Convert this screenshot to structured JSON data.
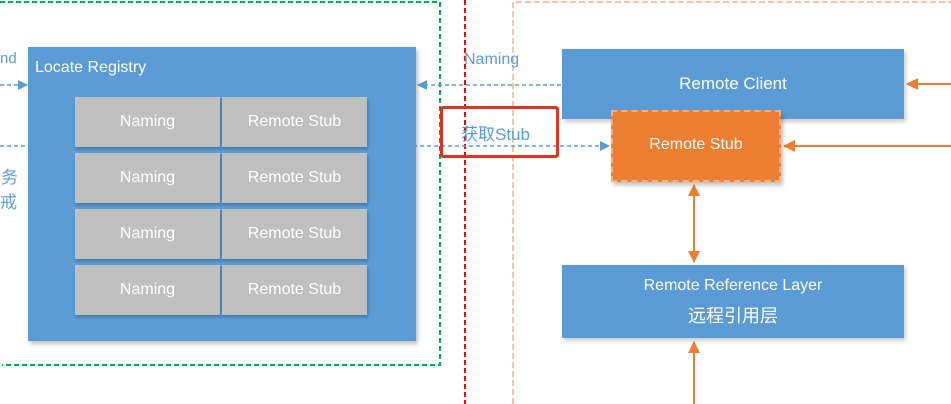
{
  "registry": {
    "title": "Locate Registry",
    "rows": [
      {
        "naming": "Naming",
        "stub": "Remote Stub"
      },
      {
        "naming": "Naming",
        "stub": "Remote Stub"
      },
      {
        "naming": "Naming",
        "stub": "Remote Stub"
      },
      {
        "naming": "Naming",
        "stub": "Remote Stub"
      }
    ]
  },
  "left_edge": {
    "bind_fragment": "nd",
    "cn_fragment_1": "务",
    "cn_fragment_2": "戒"
  },
  "connectors": {
    "naming_label": "Naming",
    "get_stub_label": "获取Stub"
  },
  "client": {
    "remote_client": "Remote Client",
    "remote_stub": "Remote Stub",
    "reference_layer": "Remote Reference Layer",
    "reference_layer_cn": "远程引用层"
  },
  "colors": {
    "box_blue": "#5b9bd5",
    "stub_orange": "#ed7d31",
    "cell_gray": "#bfbfbf",
    "highlight_red": "#e0321f",
    "green_dash": "#00b050",
    "red_dash": "#ff0000",
    "orange_dash": "#f4b183"
  }
}
